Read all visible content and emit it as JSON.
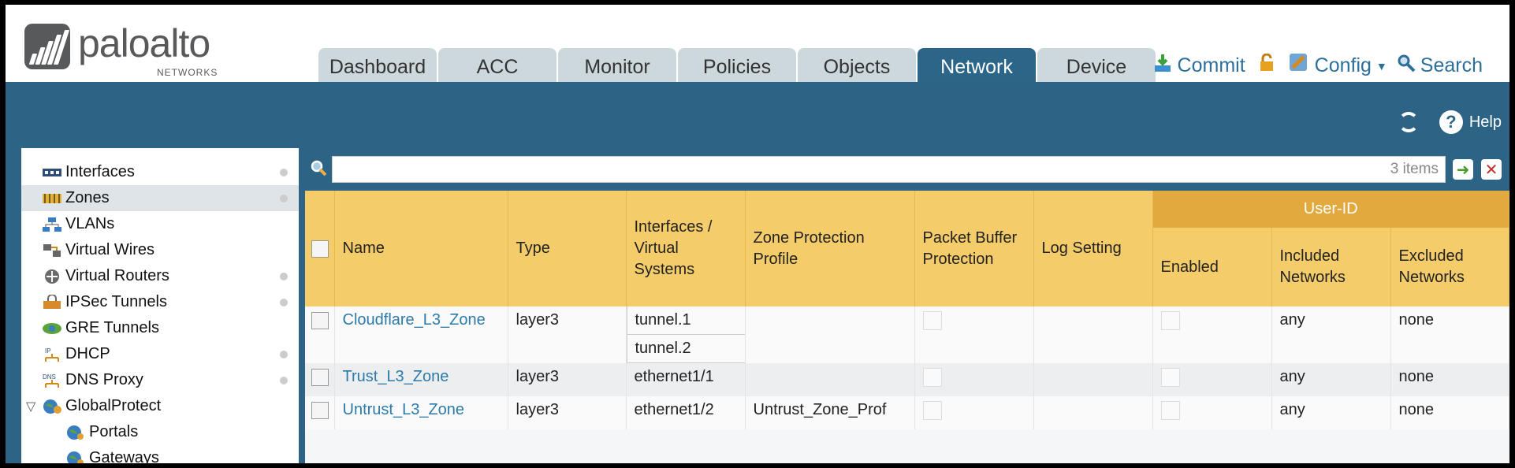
{
  "brand": {
    "name": "paloalto",
    "sub": "NETWORKS"
  },
  "tabs": [
    "Dashboard",
    "ACC",
    "Monitor",
    "Policies",
    "Objects",
    "Network",
    "Device"
  ],
  "active_tab": "Network",
  "toolbar": {
    "commit": "Commit",
    "config": "Config",
    "search": "Search"
  },
  "help": "Help",
  "sidebar": {
    "items": [
      {
        "label": "Interfaces",
        "icon": "interfaces-icon",
        "dot": true
      },
      {
        "label": "Zones",
        "icon": "zones-icon",
        "dot": true,
        "selected": true
      },
      {
        "label": "VLANs",
        "icon": "vlans-icon",
        "dot": false
      },
      {
        "label": "Virtual Wires",
        "icon": "virtual-wires-icon",
        "dot": false
      },
      {
        "label": "Virtual Routers",
        "icon": "virtual-routers-icon",
        "dot": true
      },
      {
        "label": "IPSec Tunnels",
        "icon": "ipsec-tunnels-icon",
        "dot": true
      },
      {
        "label": "GRE Tunnels",
        "icon": "gre-tunnels-icon",
        "dot": false
      },
      {
        "label": "DHCP",
        "icon": "dhcp-icon",
        "dot": true
      },
      {
        "label": "DNS Proxy",
        "icon": "dns-proxy-icon",
        "dot": true
      },
      {
        "label": "GlobalProtect",
        "icon": "globalprotect-icon",
        "dot": false,
        "expanded": true
      },
      {
        "label": "Portals",
        "icon": "globe-icon",
        "dot": false,
        "child": true
      },
      {
        "label": "Gateways",
        "icon": "globe-icon",
        "dot": false,
        "child": true
      }
    ]
  },
  "search": {
    "placeholder": "",
    "count": "3 items"
  },
  "table": {
    "group_header": "User-ID",
    "headers": {
      "name": "Name",
      "type": "Type",
      "interfaces": "Interfaces / Virtual Systems",
      "zpp": "Zone Protection Profile",
      "pbp": "Packet Buffer Protection",
      "log": "Log Setting",
      "enabled": "Enabled",
      "included": "Included Networks",
      "excluded": "Excluded Networks"
    },
    "rows": [
      {
        "name": "Cloudflare_L3_Zone",
        "type": "layer3",
        "interfaces": [
          "tunnel.1",
          "tunnel.2"
        ],
        "zpp": "",
        "log": "",
        "included": "any",
        "excluded": "none"
      },
      {
        "name": "Trust_L3_Zone",
        "type": "layer3",
        "interfaces": [
          "ethernet1/1"
        ],
        "zpp": "",
        "log": "",
        "included": "any",
        "excluded": "none"
      },
      {
        "name": "Untrust_L3_Zone",
        "type": "layer3",
        "interfaces": [
          "ethernet1/2"
        ],
        "zpp": "Untrust_Zone_Prof",
        "log": "",
        "included": "any",
        "excluded": "none"
      }
    ]
  }
}
